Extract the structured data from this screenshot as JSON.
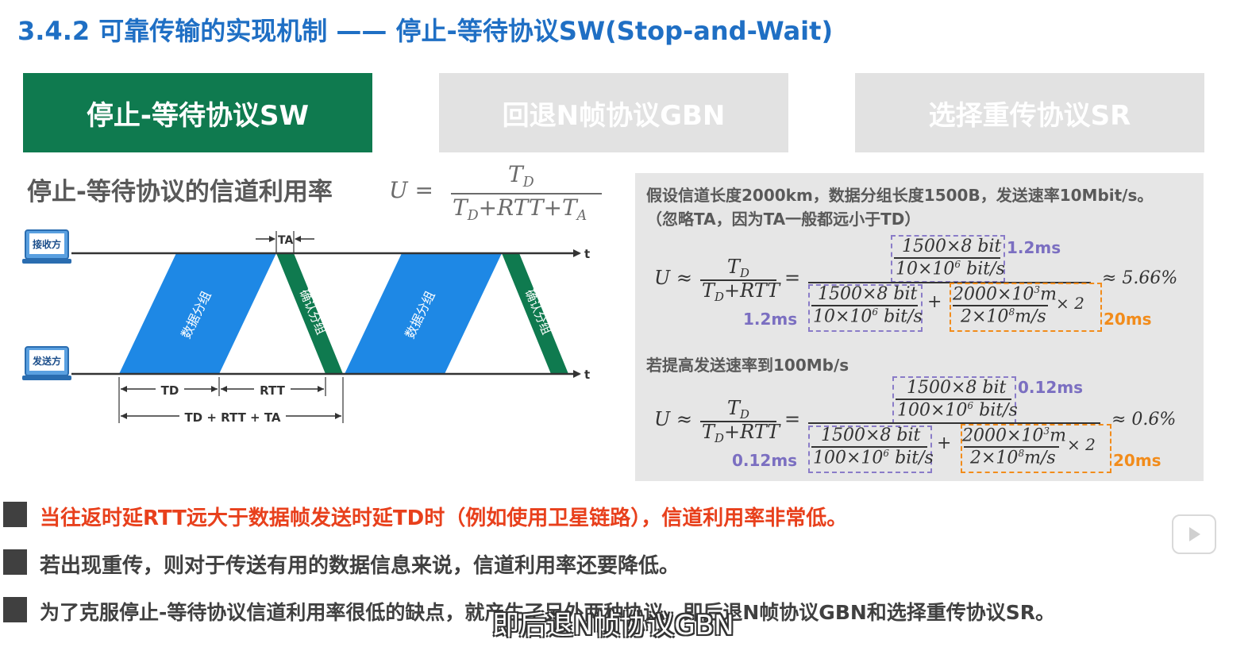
{
  "header": {
    "title": "3.4.2 可靠传输的实现机制 —— 停止-等待协议SW(Stop-and-Wait)"
  },
  "tabs": [
    {
      "label": "停止-等待协议SW",
      "active": true
    },
    {
      "label": "回退N帧协议GBN",
      "active": false
    },
    {
      "label": "选择重传协议SR",
      "active": false
    }
  ],
  "utilization": {
    "title": "停止-等待协议的信道利用率",
    "formula": {
      "lhs": "U =",
      "numerator": "T",
      "numerator_sub": "D",
      "denominator_parts": [
        "T",
        "D",
        "+RTT+T",
        "A"
      ]
    }
  },
  "diagram": {
    "receiver_label": "接收方",
    "sender_label": "发送方",
    "time_label": "t",
    "data_packet_label": "数据分组",
    "ack_packet_label": "确认分组",
    "ta_label": "TA",
    "td_label": "TD",
    "rtt_label": "RTT",
    "total_label": "TD + RTT + TA",
    "colors": {
      "data": "#1e88e5",
      "ack": "#0f7a4f",
      "line": "#333333"
    }
  },
  "calc": {
    "assumption_line1": "假设信道长度2000km，数据分组长度1500B，发送速率10Mbit/s。",
    "assumption_line2": "（忽略TA，因为TA一般都远小于TD）",
    "case1": {
      "top_num": "1500×8  bit",
      "top_den": "10×10",
      "top_den_exp": "6",
      "top_den_unit": "bit/s",
      "top_label": "1.2ms",
      "bottom_num": "1500×8  bit",
      "bottom_den": "10×10",
      "bottom_den_exp": "6",
      "bottom_den_unit": "bit/s",
      "bottom_label": "1.2ms",
      "prop_num": "2000×10",
      "prop_num_exp": "3",
      "prop_num_unit": "m",
      "prop_den": "2×10",
      "prop_den_exp": "8",
      "prop_den_unit": "m/s",
      "prop_label": "20ms",
      "result": "≈  5.66%"
    },
    "raise_line": "若提高发送速率到100Mb/s",
    "case2": {
      "top_num": "1500×8  bit",
      "top_den": "100×10",
      "top_den_exp": "6",
      "top_den_unit": "bit/s",
      "top_label": "0.12ms",
      "bottom_num": "1500×8  bit",
      "bottom_den": "100×10",
      "bottom_den_exp": "6",
      "bottom_den_unit": "bit/s",
      "bottom_label": "0.12ms",
      "prop_num": "2000×10",
      "prop_num_exp": "3",
      "prop_num_unit": "m",
      "prop_den": "2×10",
      "prop_den_exp": "8",
      "prop_den_unit": "m/s",
      "prop_label": "20ms",
      "result": "≈  0.6%"
    }
  },
  "bullets": [
    {
      "text": "当往返时延RTT远大于数据帧发送时延TD时（例如使用卫星链路），信道利用率非常低。",
      "color": "#e8401c"
    },
    {
      "text": "若出现重传，则对于传送有用的数据信息来说，信道利用率还要降低。",
      "color": "#404040"
    },
    {
      "text": "为了克服停止-等待协议信道利用率很低的缺点，就产生了另外两种协议，即后退N帧协议GBN和选择重传协议SR。",
      "color": "#404040"
    }
  ],
  "subtitle": "即后退N帧协议GBN",
  "colors": {
    "title": "#1f6fc4",
    "tab_active": "#0f7a4f",
    "tab_inactive": "#e2e2e2"
  }
}
